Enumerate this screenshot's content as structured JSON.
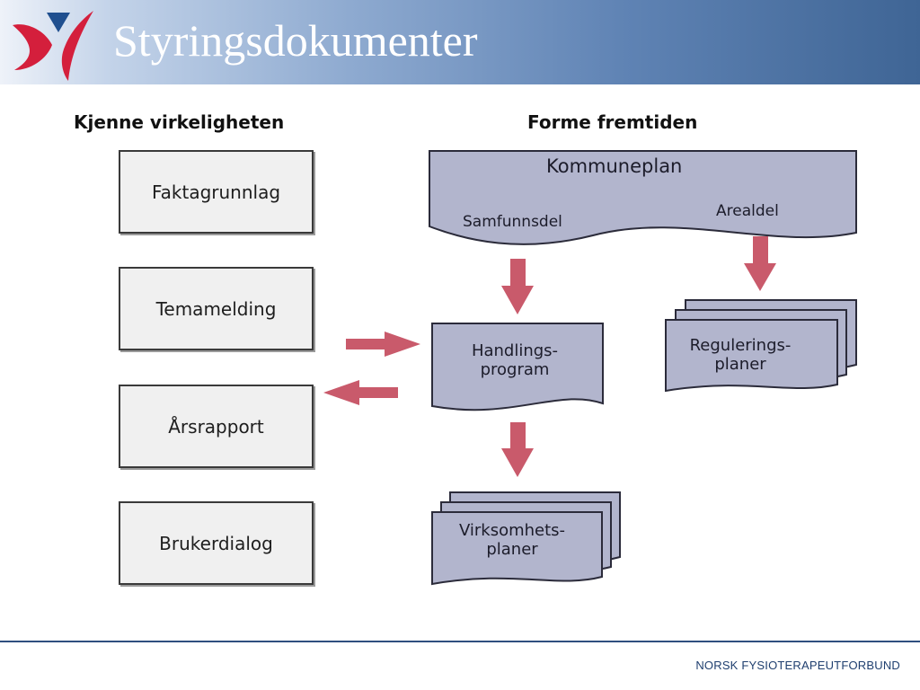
{
  "slide": {
    "title": "Styringsdokumenter",
    "footer": "NORSK FYSIOTERAPEUTFORBUND"
  },
  "diagram": {
    "left_header": "Kjenne virkeligheten",
    "right_header": "Forme fremtiden",
    "left_boxes": [
      "Faktagrunnlag",
      "Temamelding",
      "Årsrapport",
      "Brukerdialog"
    ],
    "kommuneplan": {
      "title": "Kommuneplan",
      "left_part": "Samfunnsdel",
      "right_part": "Arealdel"
    },
    "handlingsprogram": [
      "Handlings-",
      "program"
    ],
    "reguleringsplaner": [
      "Regulerings-",
      "planer"
    ],
    "virksomhetsplaner": [
      "Virksomhets-",
      "planer"
    ]
  },
  "colors": {
    "doc_fill": "#b2b5cd",
    "arrow": "#c95a6b",
    "box_fill": "#f0f0f0",
    "logo_red": "#d41f3c",
    "logo_blue": "#1f4f8f"
  }
}
